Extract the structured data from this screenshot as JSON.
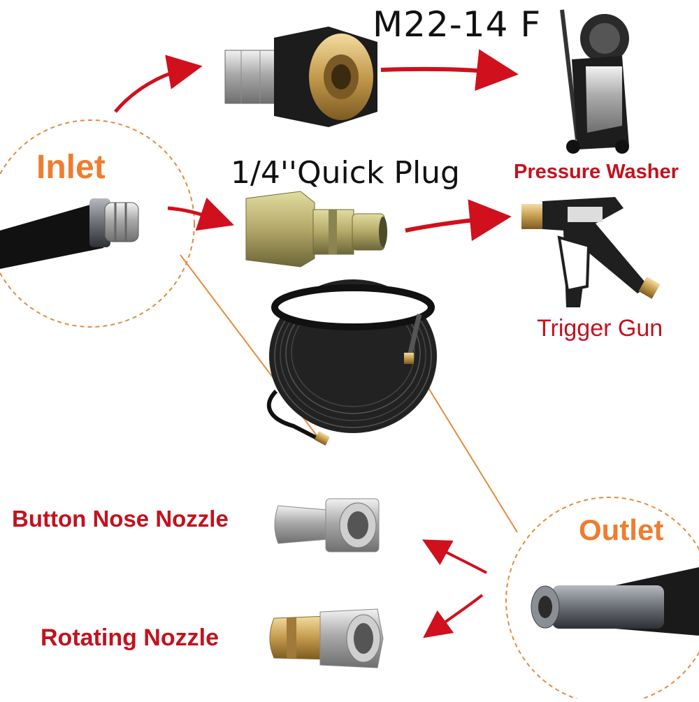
{
  "labels": {
    "adapter_thread": "M22-14 F",
    "quick_plug": "1/4''Quick Plug",
    "inlet": "Inlet",
    "outlet": "Outlet",
    "pressure_washer": "Pressure Washer",
    "trigger_gun": "Trigger Gun",
    "button_nose_nozzle": "Button Nose Nozzle",
    "rotating_nozzle": "Rotating Nozzle"
  },
  "colors": {
    "label_orange": "#ee7d2f",
    "label_red": "#c2121e",
    "arrow_red": "#d0101c",
    "callout_dash": "#e58a3c"
  }
}
